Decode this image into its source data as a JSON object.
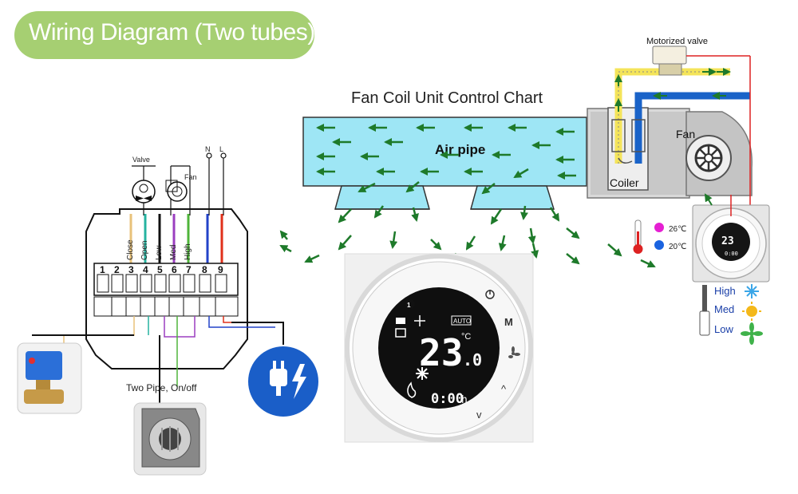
{
  "header": {
    "title": "Wiring Diagram (Two tubes) :"
  },
  "diagram": {
    "title": "Fan Coil Unit Control Chart",
    "valve_label": "Motorized valve",
    "air_pipe_label": "Air pipe",
    "fan_label": "Fan",
    "coiler_label": "Coiler"
  },
  "wiring": {
    "valve_label": "Valve",
    "fan_label": "Fan",
    "n_label": "N",
    "l_label": "L",
    "terminals": [
      "1",
      "2",
      "3",
      "4",
      "5",
      "6",
      "7",
      "8",
      "9"
    ],
    "wire_labels": [
      "Close",
      "Open",
      "Low",
      "Med",
      "High"
    ],
    "caption": "Two Pipe, On/off"
  },
  "thermostat_main": {
    "temp": "23",
    "temp_decimal": ".0",
    "unit": "°C",
    "time": "0:00",
    "time_unit": "h",
    "mode_badge": "AUTO",
    "info_badge": "1",
    "m_label": "M",
    "up_label": "^",
    "down_label": "v"
  },
  "legend": {
    "hot_temp": "26℃",
    "cold_temp": "20℃",
    "hot_color": "#e51fd2",
    "cold_color": "#1a63e0",
    "speeds": [
      "High",
      "Med",
      "Low"
    ]
  },
  "thermostat_small": {
    "temp": "23",
    "time": "0:00"
  },
  "colors": {
    "arrow": "#1e7a2a",
    "pipe": "#9ee6f5",
    "hot_pipe": "#f4e45a",
    "cold_pipe": "#1a63c8"
  }
}
